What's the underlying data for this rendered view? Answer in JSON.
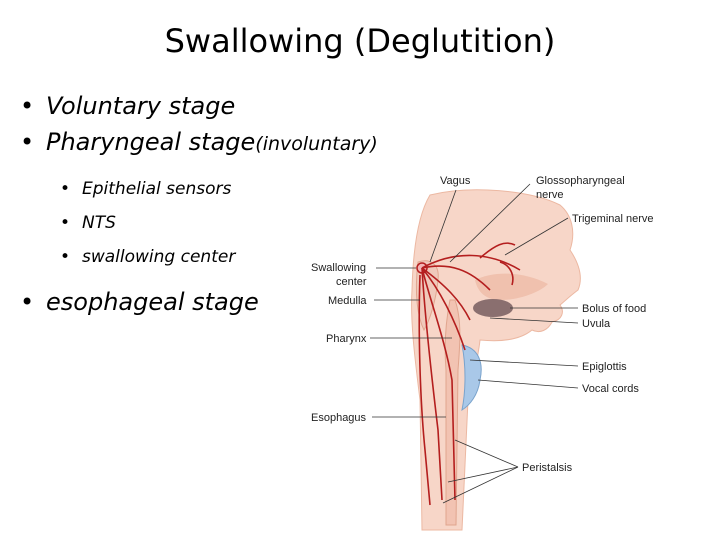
{
  "slide": {
    "title": "Swallowing (Deglutition)",
    "bullet_marker": "•",
    "bullets": [
      {
        "text": "Voluntary stage"
      },
      {
        "text": "Pharyngeal stage",
        "suffix": "(involuntary)"
      },
      {
        "text": "esophageal stage"
      }
    ],
    "sub_bullets": [
      "Epithelial sensors",
      "NTS",
      "swallowing center"
    ]
  },
  "diagram": {
    "labels": {
      "vagus": "Vagus",
      "glosso_1": "Glossopharyngeal",
      "glosso_2": "nerve",
      "trigeminal": "Trigeminal nerve",
      "swallowing_1": "Swallowing",
      "swallowing_2": "center",
      "medulla": "Medulla",
      "bolus": "Bolus of food",
      "uvula": "Uvula",
      "pharynx": "Pharynx",
      "epiglottis": "Epiglottis",
      "vocal_cords": "Vocal cords",
      "esophagus": "Esophagus",
      "peristalsis": "Peristalsis"
    },
    "colors": {
      "tissue": "#f7d6c8",
      "tissue_dark": "#ecb8a2",
      "nerve": "#b41e1e",
      "cords": "#a9c8e8",
      "bolus": "#8a6f6f",
      "leader": "#333333"
    }
  }
}
